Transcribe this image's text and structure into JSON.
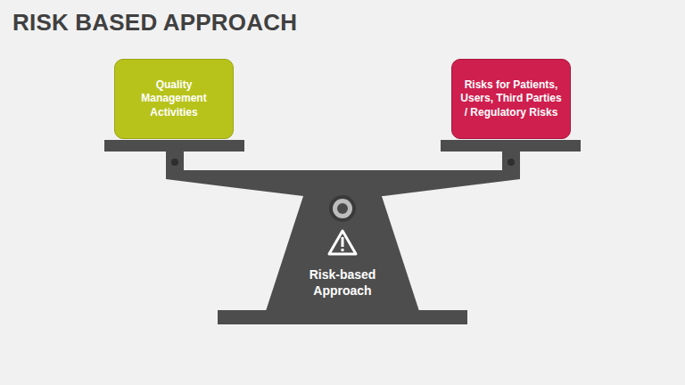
{
  "diagram": {
    "title": "RISK BASED APPROACH",
    "nodes": [
      {
        "text": [
          "Quality Management Activities"
        ]
      },
      {
        "text": [
          "Risks for Patients, Users, Third Parties / Regulatory Risks"
        ]
      },
      {
        "text": [
          "Risk-based Approach"
        ]
      }
    ]
  }
}
